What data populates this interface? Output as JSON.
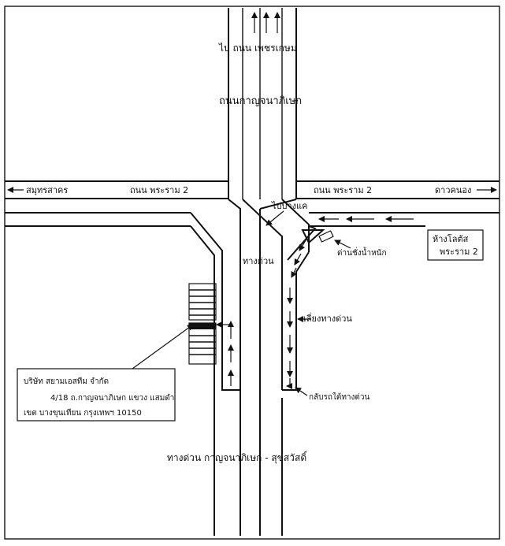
{
  "map": {
    "labels": {
      "to_phetkasem": "ไป ถนน เพชรเกษม",
      "kanchana_road": "ถนนกาญจนาภิเษก",
      "to_samut_sakhon": "สมุทรสาคร",
      "rama2_left": "ถนน พระราม 2",
      "rama2_right": "ถนน พระราม 2",
      "to_dao_khanong": "ดาวคนอง",
      "to_bang_khae": "ไปบางแค",
      "expressway": "ทางด่วน",
      "weigh_station": "ด่านชั่งน้ำหนัก",
      "avoid_expressway": "เลี่ยงทางด่วน",
      "u_turn_under": "กลับรถใต้ทางด่วน",
      "expressway_name": "ทางด่วน กาญจนาภิเษก - สุขสวัสดิ์"
    },
    "lotus_box": {
      "line1": "ห้างโลตัส",
      "line2": "พระราม 2"
    },
    "company_box": {
      "line1": "บริษัท สยามเอสทีม จำกัด",
      "line2": "4/18 ถ.กาญจนาภิเษก แขวง แสมดำ",
      "line3": "เขต บางขุนเทียน กรุงเทพฯ 10150"
    }
  }
}
